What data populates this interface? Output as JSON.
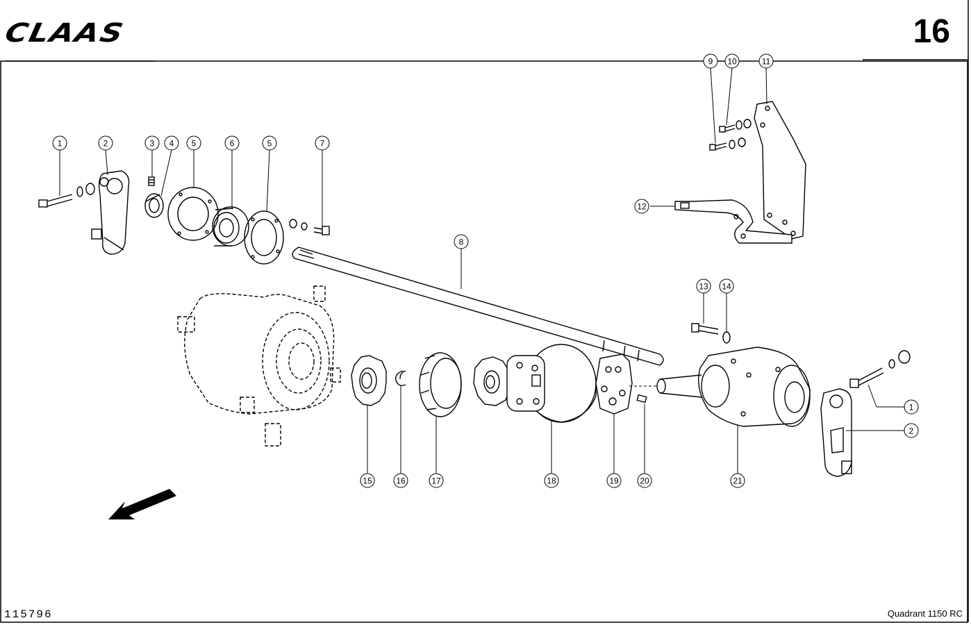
{
  "header": {
    "brand": "CLAAS",
    "page_number": "16"
  },
  "footer": {
    "drawing_number": "115796",
    "model": "Quadrant 1150 RC"
  },
  "callouts": [
    {
      "id": "c1a",
      "label": "1"
    },
    {
      "id": "c2a",
      "label": "2"
    },
    {
      "id": "c3",
      "label": "3"
    },
    {
      "id": "c4",
      "label": "4"
    },
    {
      "id": "c5a",
      "label": "5"
    },
    {
      "id": "c6",
      "label": "6"
    },
    {
      "id": "c5b",
      "label": "5"
    },
    {
      "id": "c7",
      "label": "7"
    },
    {
      "id": "c8",
      "label": "8"
    },
    {
      "id": "c9",
      "label": "9"
    },
    {
      "id": "c10",
      "label": "10"
    },
    {
      "id": "c11",
      "label": "11"
    },
    {
      "id": "c12",
      "label": "12"
    },
    {
      "id": "c13",
      "label": "13"
    },
    {
      "id": "c14",
      "label": "14"
    },
    {
      "id": "c15",
      "label": "15"
    },
    {
      "id": "c16",
      "label": "16"
    },
    {
      "id": "c17",
      "label": "17"
    },
    {
      "id": "c18",
      "label": "18"
    },
    {
      "id": "c19",
      "label": "19"
    },
    {
      "id": "c20",
      "label": "20"
    },
    {
      "id": "c21",
      "label": "21"
    },
    {
      "id": "c1b",
      "label": "1"
    },
    {
      "id": "c2b",
      "label": "2"
    }
  ]
}
